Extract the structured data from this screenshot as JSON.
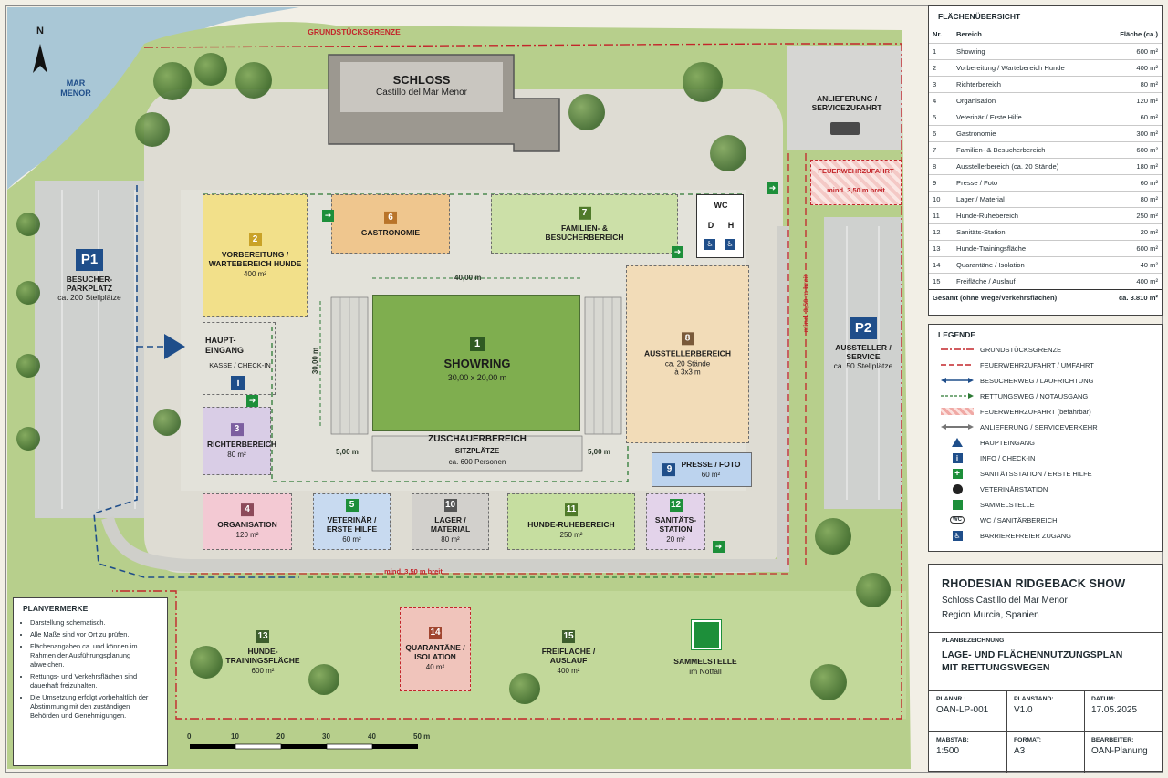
{
  "map": {
    "north": "N",
    "water": "MAR\nMENOR",
    "boundary_label": "GRUNDSTÜCKSGRENZE",
    "building": {
      "title": "SCHLOSS",
      "subtitle": "Castillo del Mar Menor"
    },
    "delivery": "ANLIEFERUNG /\nSERVICEZUFAHRT",
    "fire_access": {
      "title": "FEUERWEHRZUFAHRT",
      "width": "mind. 3,50 m breit"
    },
    "fire_lane_vertical": "mind. 3,50 m breit",
    "fire_lane_bottom": "mind. 3,50 m breit",
    "wc": {
      "title": "WC",
      "d": "D",
      "h": "H"
    },
    "p1": {
      "num": "P1",
      "name": "BESUCHER-\nPARKPLATZ",
      "cap": "ca. 200 Stellplätze"
    },
    "p2": {
      "num": "P2",
      "name": "AUSSTELLER /\nSERVICE",
      "cap": "ca. 50 Stellplätze"
    },
    "entrance": {
      "title": "HAUPT-\nEINGANG",
      "sub": "KASSE / CHECK-IN"
    },
    "showring": {
      "num": "1",
      "title": "SHOWRING",
      "size": "30,00 x 20,00 m"
    },
    "dims": {
      "width": "40,00 m",
      "height": "30,00 m",
      "left": "5,00 m",
      "right": "5,00 m"
    },
    "spectators": {
      "title": "ZUSCHAUERBEREICH",
      "seats": "SITZPLÄTZE",
      "count": "ca. 600 Personen"
    },
    "zones": [
      {
        "num": "2",
        "name": "VORBEREITUNG /\nWARTEBEREICH HUNDE",
        "area": "400 m²"
      },
      {
        "num": "3",
        "name": "RICHTERBEREICH",
        "area": "80 m²"
      },
      {
        "num": "4",
        "name": "ORGANISATION",
        "area": "120 m²"
      },
      {
        "num": "5",
        "name": "VETERINÄR /\nERSTE HILFE",
        "area": "60 m²"
      },
      {
        "num": "6",
        "name": "GASTRONOMIE",
        "area": ""
      },
      {
        "num": "7",
        "name": "FAMILIEN- &\nBESUCHERBEREICH",
        "area": ""
      },
      {
        "num": "8",
        "name": "AUSSTELLERBEREICH",
        "area": "ca. 20 Stände\nà 3x3 m"
      },
      {
        "num": "9",
        "name": "PRESSE / FOTO",
        "area": "60 m²"
      },
      {
        "num": "10",
        "name": "LAGER / MATERIAL",
        "area": "80 m²"
      },
      {
        "num": "11",
        "name": "HUNDE-RUHEBEREICH",
        "area": "250 m²"
      },
      {
        "num": "12",
        "name": "SANITÄTS-\nSTATION",
        "area": "20 m²"
      },
      {
        "num": "13",
        "name": "HUNDE-\nTRAININGSFLÄCHE",
        "area": "600 m²"
      },
      {
        "num": "14",
        "name": "QUARANTÄNE /\nISOLATION",
        "area": "40 m²"
      },
      {
        "num": "15",
        "name": "FREIFLÄCHE /\nAUSLAUF",
        "area": "400 m²"
      }
    ],
    "assembly": {
      "name": "SAMMELSTELLE",
      "sub": "im Notfall"
    },
    "scale_ticks": [
      "0",
      "10",
      "20",
      "30",
      "40",
      "50 m"
    ]
  },
  "notes": {
    "title": "PLANVERMERKE",
    "items": [
      "Darstellung schematisch.",
      "Alle Maße sind vor Ort zu prüfen.",
      "Flächenangaben ca. und können im Rahmen der Ausführungsplanung abweichen.",
      "Rettungs- und Verkehrsflächen sind dauerhaft freizuhalten.",
      "Die Umsetzung erfolgt vorbehaltlich der Abstimmung mit den zuständigen Behörden und Genehmigungen."
    ]
  },
  "area_table": {
    "title": "FLÄCHENÜBERSICHT",
    "headers": [
      "Nr.",
      "Bereich",
      "Fläche (ca.)"
    ],
    "rows": [
      [
        "1",
        "Showring",
        "600 m²"
      ],
      [
        "2",
        "Vorbereitung / Wartebereich Hunde",
        "400 m²"
      ],
      [
        "3",
        "Richterbereich",
        "80 m²"
      ],
      [
        "4",
        "Organisation",
        "120 m²"
      ],
      [
        "5",
        "Veterinär / Erste Hilfe",
        "60 m²"
      ],
      [
        "6",
        "Gastronomie",
        "300 m²"
      ],
      [
        "7",
        "Familien- & Besucherbereich",
        "600 m²"
      ],
      [
        "8",
        "Ausstellerbereich (ca. 20 Stände)",
        "180 m²"
      ],
      [
        "9",
        "Presse / Foto",
        "60 m²"
      ],
      [
        "10",
        "Lager / Material",
        "80 m²"
      ],
      [
        "11",
        "Hunde-Ruhebereich",
        "250 m²"
      ],
      [
        "12",
        "Sanitäts-Station",
        "20 m²"
      ],
      [
        "13",
        "Hunde-Trainingsfläche",
        "600 m²"
      ],
      [
        "14",
        "Quarantäne / Isolation",
        "40 m²"
      ],
      [
        "15",
        "Freifläche / Auslauf",
        "400 m²"
      ]
    ],
    "total_label": "Gesamt (ohne Wege/Verkehrsflächen)",
    "total_value": "ca. 3.810 m²"
  },
  "legend": {
    "title": "LEGENDE",
    "items": [
      "GRUNDSTÜCKSGRENZE",
      "FEUERWEHRZUFAHRT / UMFAHRT",
      "BESUCHERWEG / LAUFRICHTUNG",
      "RETTUNGSWEG / NOTAUSGANG",
      "FEUERWEHRZUFAHRT (befahrbar)",
      "ANLIEFERUNG / SERVICEVERKEHR",
      "HAUPTEINGANG",
      "INFO / CHECK-IN",
      "SANITÄTSSTATION / ERSTE HILFE",
      "VETERINÄRSTATION",
      "SAMMELSTELLE",
      "WC / SANITÄRBEREICH",
      "BARRIEREFREIER ZUGANG"
    ],
    "wc_symbol": "WC"
  },
  "title_block": {
    "title": "RHODESIAN RIDGEBACK SHOW",
    "sub1": "Schloss Castillo del Mar Menor",
    "sub2": "Region Murcia, Spanien",
    "plan_label": "PLANBEZEICHNUNG",
    "plan_name": "LAGE- UND FLÄCHENNUTZUNGSPLAN\nMIT RETTUNGSWEGEN",
    "fields": [
      {
        "k": "PLANNR.:",
        "v": "OAN-LP-001"
      },
      {
        "k": "PLANSTAND:",
        "v": "V1.0"
      },
      {
        "k": "DATUM:",
        "v": "17.05.2025"
      },
      {
        "k": "MABSTAB:",
        "v": "1:500"
      },
      {
        "k": "FORMAT:",
        "v": "A3"
      },
      {
        "k": "BEARBEITER:",
        "v": "OAN-Planung"
      }
    ]
  },
  "colors": {
    "grass": "#b8d08a",
    "path": "#dcdcd4",
    "boundary": "#c3262b",
    "visitor": "#1f4e8a",
    "rescue": "#2d7a35",
    "showring": "#7fae4f"
  }
}
